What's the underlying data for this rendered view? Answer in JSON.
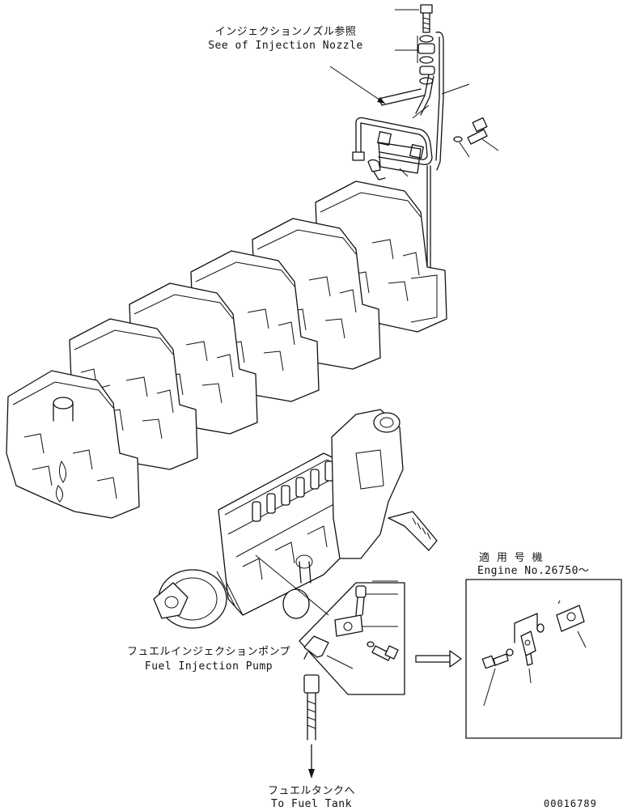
{
  "labels": {
    "nozzle_jp": "インジェクションノズル参照",
    "nozzle_en": "See of Injection Nozzle",
    "pump_jp": "フュエルインジェクションポンプ",
    "pump_en": "Fuel Injection Pump",
    "tank_jp": "フュエルタンクへ",
    "tank_en": "To Fuel Tank",
    "applicable_jp": "適 用 号 機",
    "applicable_en": "Engine No.26750～",
    "figure_number": "00016789"
  }
}
